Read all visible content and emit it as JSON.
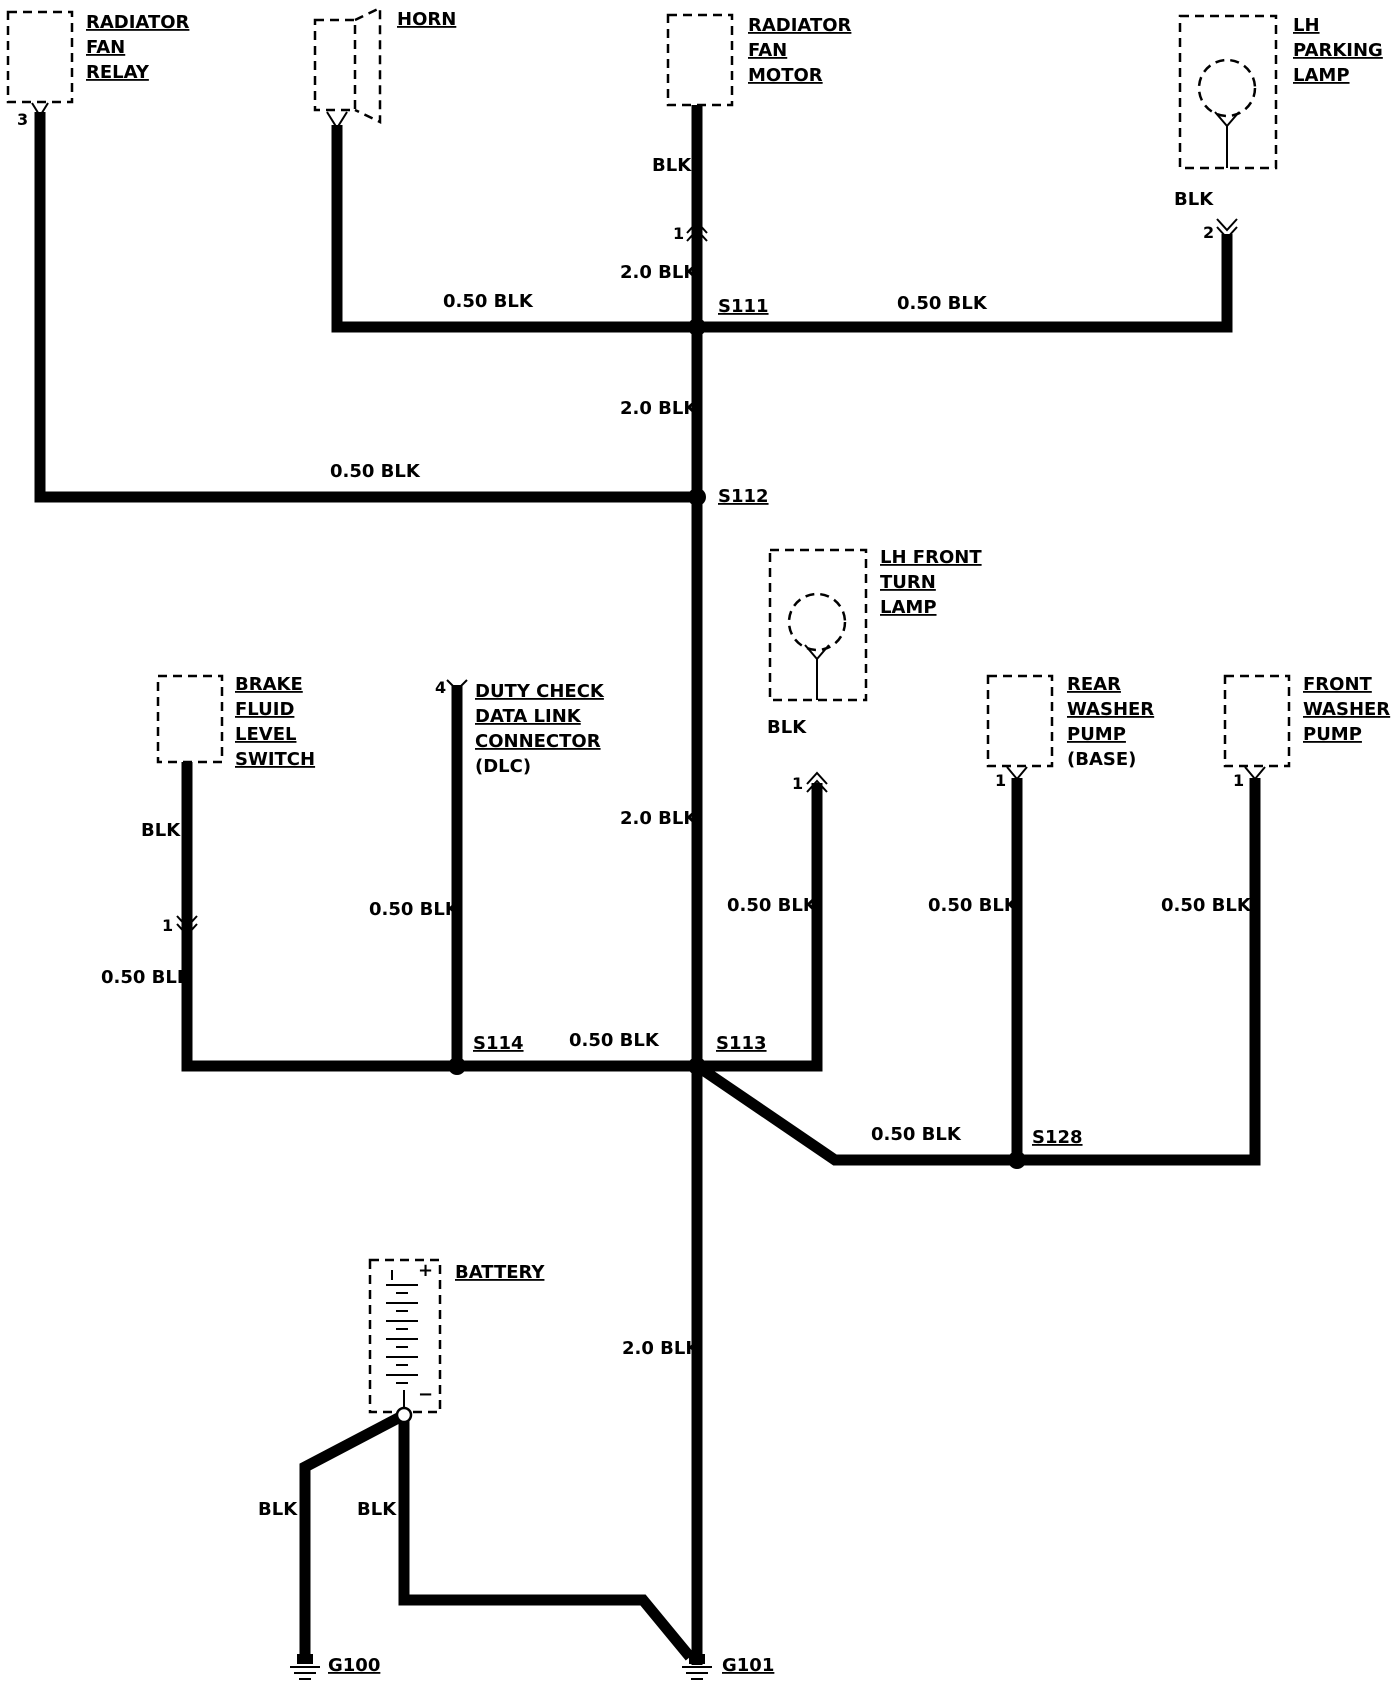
{
  "components": {
    "radiator_fan_relay": [
      "RADIATOR",
      "FAN",
      "RELAY"
    ],
    "horn": [
      "HORN"
    ],
    "radiator_fan_motor": [
      "RADIATOR",
      "FAN",
      "MOTOR"
    ],
    "lh_parking_lamp": [
      "LH",
      "PARKING",
      "LAMP"
    ],
    "lh_front_turn_lamp": [
      "LH FRONT",
      "TURN",
      "LAMP"
    ],
    "brake_fluid_level_switch": [
      "BRAKE",
      "FLUID",
      "LEVEL",
      "SWITCH"
    ],
    "dlc": [
      "DUTY CHECK",
      "DATA LINK",
      "CONNECTOR",
      "(DLC)"
    ],
    "rear_washer_pump": [
      "REAR",
      "WASHER",
      "PUMP",
      "(BASE)"
    ],
    "front_washer_pump": [
      "FRONT",
      "WASHER",
      "PUMP"
    ],
    "battery": [
      "BATTERY"
    ],
    "battery_terminals": {
      "positive": "+",
      "negative": "−"
    }
  },
  "pins": {
    "relay": "3",
    "motor": "1",
    "parking": "2",
    "dlc": "4",
    "turn": "1",
    "brake": "1",
    "rear_pump": "1",
    "front_pump": "1"
  },
  "wire_labels": {
    "motor_blk": "BLK",
    "motor_20": "2.0 BLK",
    "horn_050": "0.50 BLK",
    "parking_blk": "BLK",
    "parking_050": "0.50 BLK",
    "s111_s112": "2.0 BLK",
    "relay_050": "0.50 BLK",
    "s112_s113": "2.0 BLK",
    "brake_blk": "BLK",
    "brake_050": "0.50 BLK",
    "dlc_050": "0.50 BLK",
    "turn_blk": "BLK",
    "turn_050": "0.50 BLK",
    "rear_050": "0.50 BLK",
    "front_050": "0.50 BLK",
    "s114_s113": "0.50 BLK",
    "s113_s128": "0.50 BLK",
    "main_ground": "2.0 BLK",
    "batt_g100": "BLK",
    "batt_g101": "BLK"
  },
  "splices": {
    "s111": "S111",
    "s112": "S112",
    "s113": "S113",
    "s114": "S114",
    "s128": "S128"
  },
  "grounds": {
    "g100": "G100",
    "g101": "G101"
  }
}
